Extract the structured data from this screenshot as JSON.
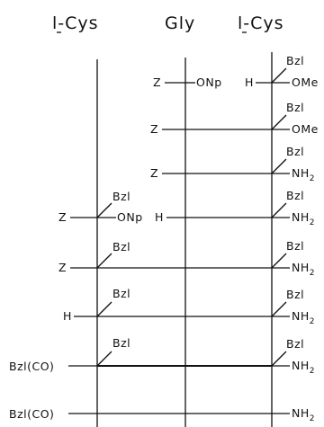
{
  "columns": {
    "left": "l-Cys",
    "middle": "Gly",
    "right": "l-Cys"
  },
  "steps": [
    {
      "left": "",
      "left_side": "",
      "left_act": "",
      "mid_prot": "Z",
      "mid_act": "ONp",
      "right_n": "H",
      "right_side": "Bzl",
      "right_c": "OMe"
    },
    {
      "left": "",
      "left_side": "",
      "left_act": "",
      "mid_prot": "Z",
      "mid_act": "",
      "right_n": "",
      "right_side": "Bzl",
      "right_c": "OMe"
    },
    {
      "left": "",
      "left_side": "",
      "left_act": "",
      "mid_prot": "Z",
      "mid_act": "",
      "right_n": "",
      "right_side": "Bzl",
      "right_c": "NH2"
    },
    {
      "left": "Z",
      "left_side": "Bzl",
      "left_act": "ONp",
      "mid_prot": "H",
      "mid_act": "",
      "right_n": "",
      "right_side": "Bzl",
      "right_c": "NH2"
    },
    {
      "left": "Z",
      "left_side": "Bzl",
      "left_act": "",
      "mid_prot": "",
      "mid_act": "",
      "right_n": "",
      "right_side": "Bzl",
      "right_c": "NH2"
    },
    {
      "left": "H",
      "left_side": "Bzl",
      "left_act": "",
      "mid_prot": "",
      "mid_act": "",
      "right_n": "",
      "right_side": "Bzl",
      "right_c": "NH2"
    },
    {
      "left": "Bzl(CO)",
      "left_side": "Bzl",
      "left_act": "",
      "mid_prot": "",
      "mid_act": "",
      "right_n": "",
      "right_side": "Bzl",
      "right_c": "NH2"
    },
    {
      "left": "Bzl(CO)",
      "left_side": "",
      "left_act": "",
      "mid_prot": "",
      "mid_act": "",
      "right_n": "",
      "right_side": "",
      "right_c": "NH2"
    }
  ]
}
